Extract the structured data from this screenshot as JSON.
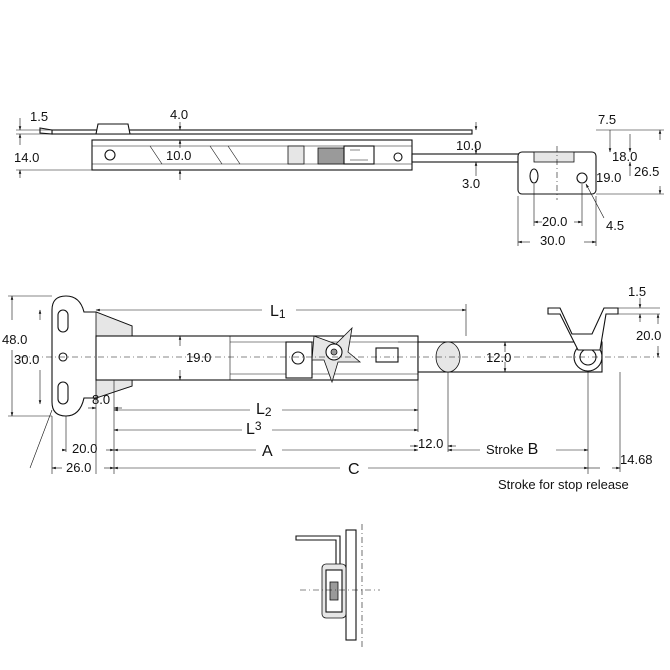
{
  "top_view": {
    "dims": {
      "d1_5": "1.5",
      "d4_0": "4.0",
      "d14_0": "14.0",
      "d10_0_left": "10.0",
      "d10_0_right": "10.0",
      "d3_0": "3.0",
      "d7_5": "7.5",
      "d18_0": "18.0",
      "d19_0": "19.0",
      "d26_5": "26.5",
      "d20_0": "20.0",
      "d30_0": "30.0",
      "d4_5": "4.5"
    }
  },
  "side_view": {
    "dims": {
      "d48_0": "48.0",
      "d30_0": "30.0",
      "d19_0": "19.0",
      "d12_0": "12.0",
      "d1_5": "1.5",
      "d20_0_right": "20.0",
      "d8_0": "8.0",
      "d20_0_bottom": "20.0",
      "d26_0": "26.0",
      "d12_0_bottom": "12.0",
      "d14_68": "14.68"
    },
    "labels": {
      "L1": {
        "main": "L",
        "sub": "1"
      },
      "L2": {
        "main": "L",
        "sub": "2"
      },
      "L3": {
        "main": "L",
        "sub": "3"
      },
      "A": "A",
      "C": "C",
      "stroke_prefix": "Stroke",
      "stroke_letter": "B",
      "stop_release": "Stroke for stop release"
    }
  }
}
